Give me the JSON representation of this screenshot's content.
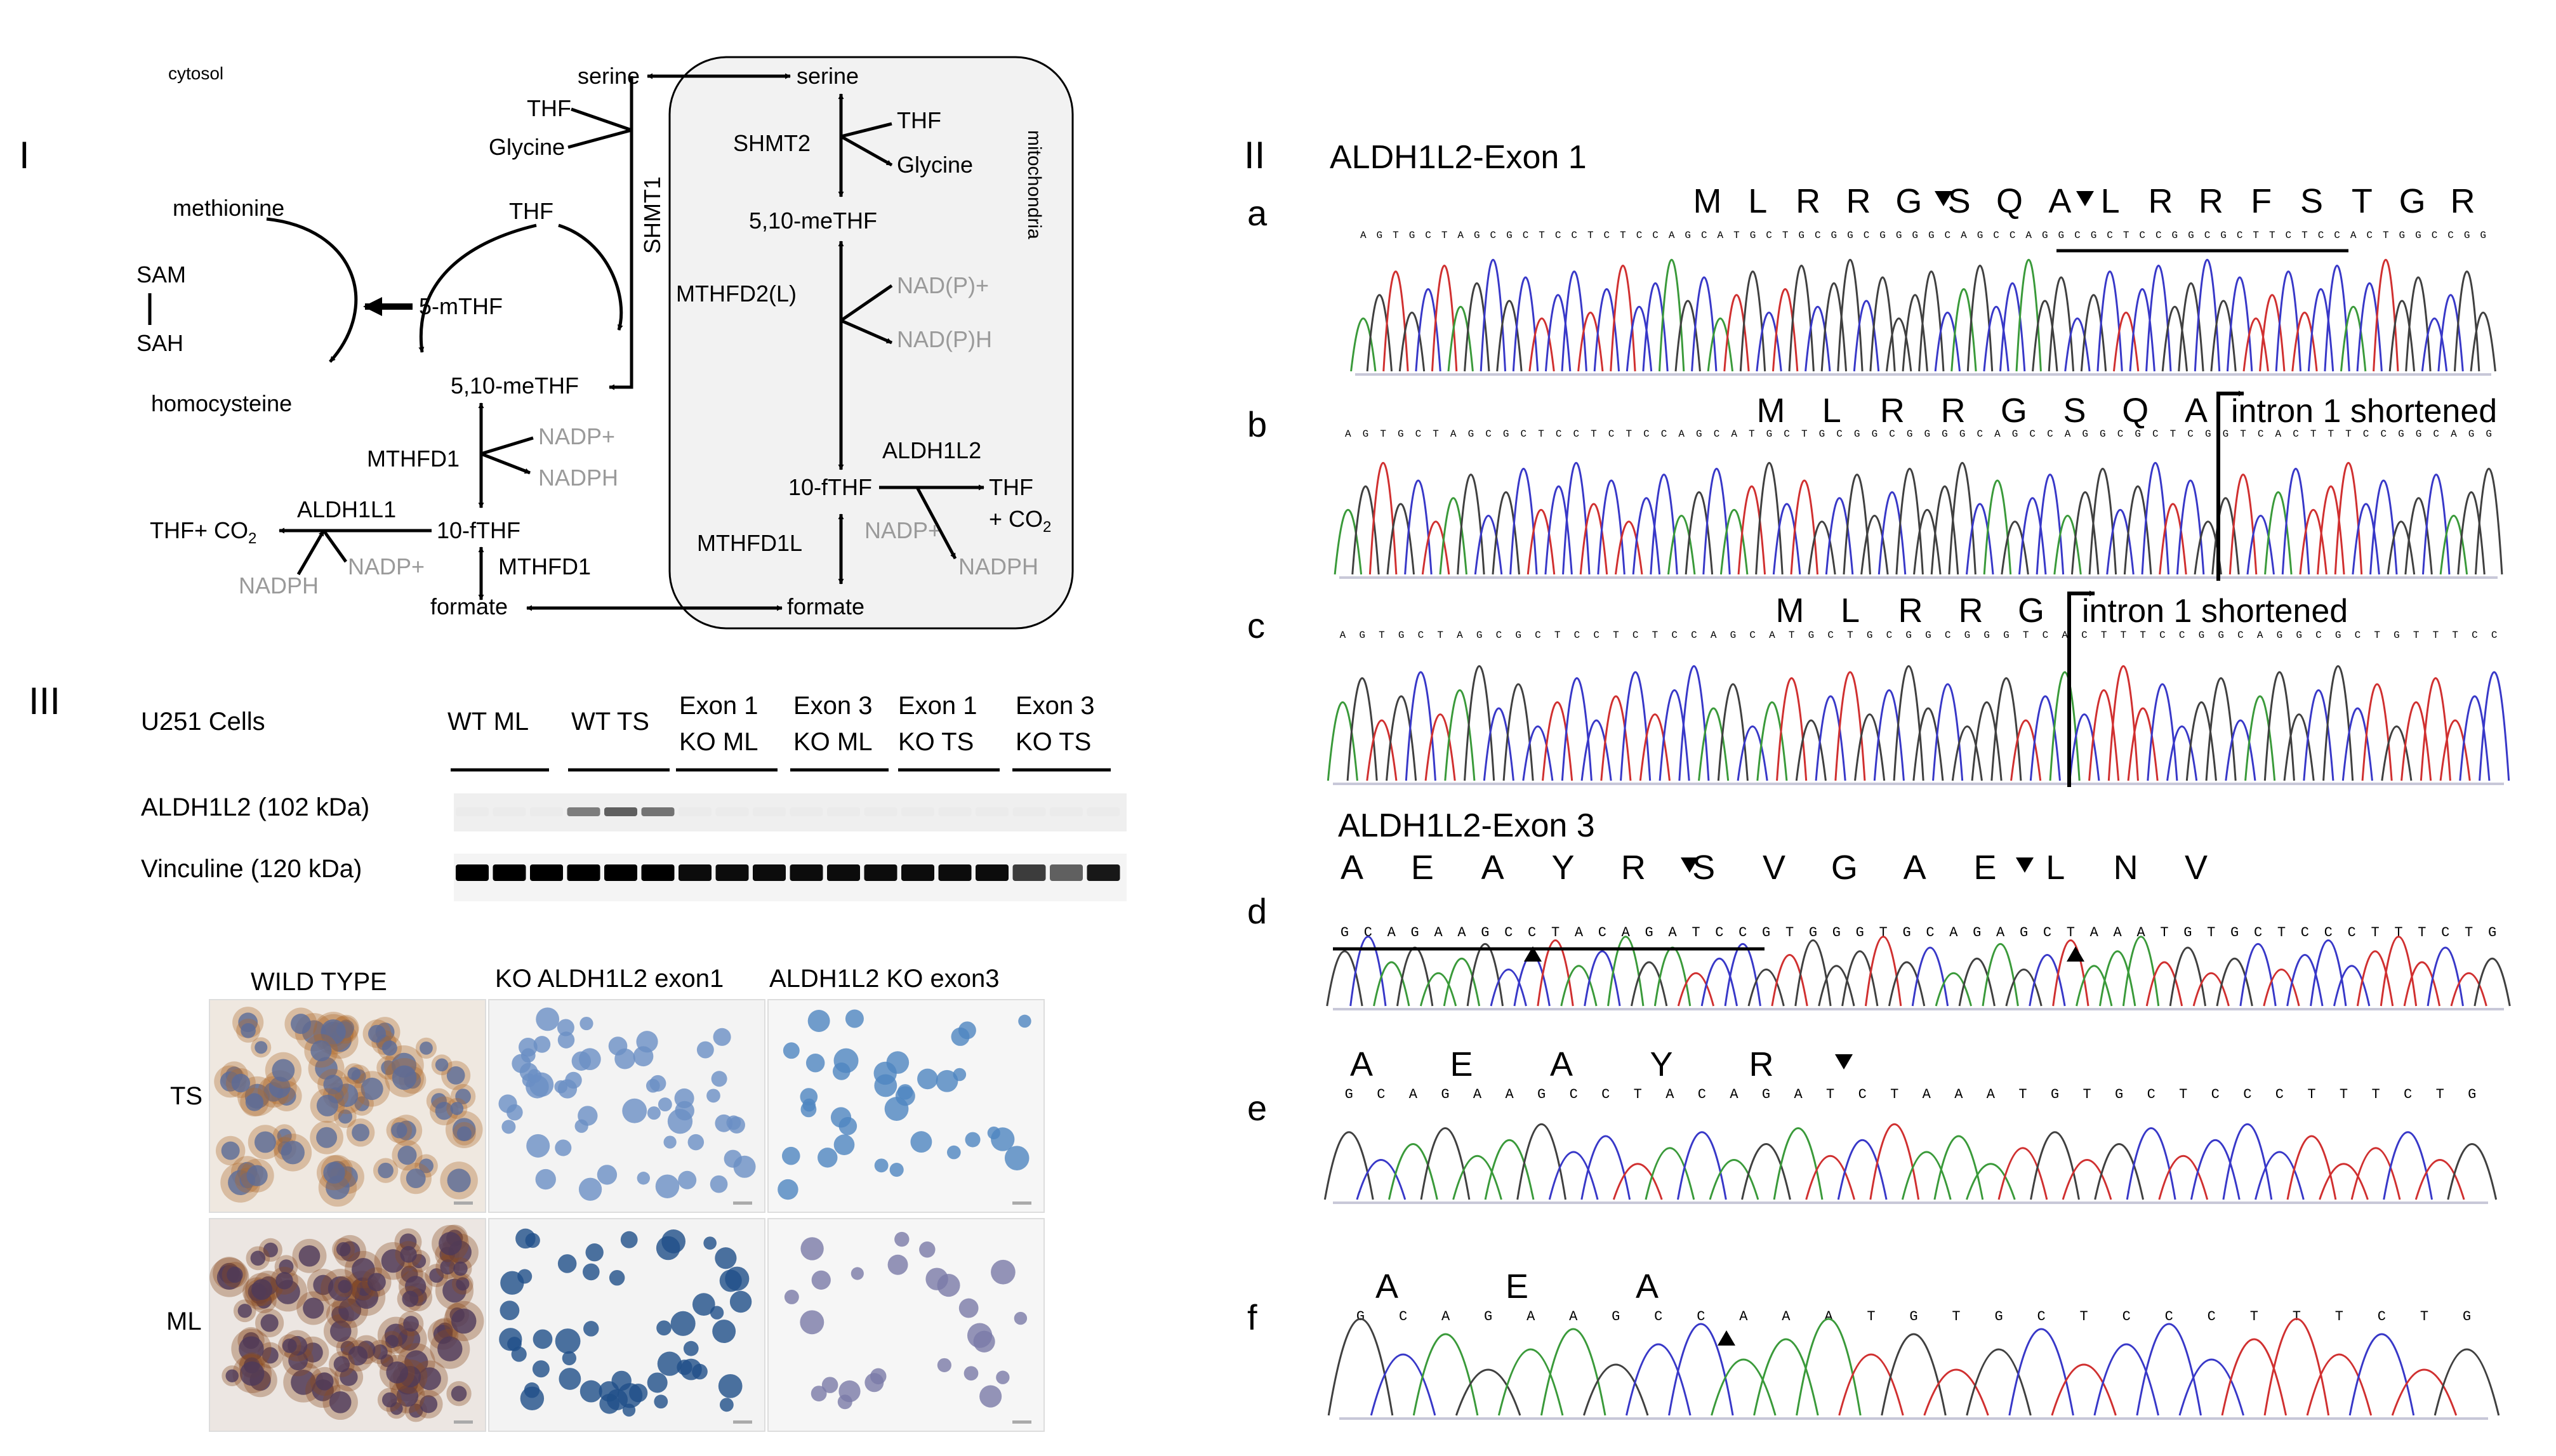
{
  "panel_I": {
    "label": "I",
    "cytosol_label": "cytosol",
    "mito_label": "mitochondria",
    "cyto": {
      "serine": "serine",
      "thf": "THF",
      "glycine": "Glycine",
      "shmt1": "SHMT1",
      "methionine": "methionine",
      "sam": "SAM",
      "sah": "SAH",
      "homocysteine": "homocysteine",
      "thf_cycle": "THF",
      "mthf5": "5-mTHF",
      "methf": "5,10-meTHF",
      "mthfd1_a": "MTHFD1",
      "nadp_plus": "NADP+",
      "nadph": "NADPH",
      "aldh1l1": "ALDH1L1",
      "thf_co2": "THF+ CO",
      "sub2": "2",
      "fthf": "10-fTHF",
      "nadph2": "NADPH",
      "nadp_plus2": "NADP+",
      "mthfd1_b": "MTHFD1",
      "formate": "formate"
    },
    "mito": {
      "serine": "serine",
      "shmt2": "SHMT2",
      "thf": "THF",
      "glycine": "Glycine",
      "methf": "5,10-meTHF",
      "mthfd2l": "MTHFD2(L)",
      "nadp_plus": "NAD(P)+",
      "nadph": "NAD(P)H",
      "aldh1l2": "ALDH1L2",
      "fthf": "10-fTHF",
      "co2": "+ CO",
      "sub2": "2",
      "nadp_plus2": "NADP+",
      "nadph2": "NADPH",
      "mthfd1l": "MTHFD1L",
      "formate": "formate",
      "thf_out": "THF"
    }
  },
  "panel_III": {
    "label": "III",
    "cells": "U251 Cells",
    "lanes": [
      "WT ML",
      "WT TS",
      "Exon 1\nKO ML",
      "Exon 3\nKO ML",
      "Exon 1\nKO TS",
      "Exon 3\nKO TS"
    ],
    "lane_l1": [
      "WT ML",
      "WT TS",
      "Exon 1",
      "Exon 3",
      "Exon 1",
      "Exon 3"
    ],
    "lane_l2": [
      "",
      "",
      "KO ML",
      "KO ML",
      "KO TS",
      "KO TS"
    ],
    "blot1": "ALDH1L2 (102 kDa)",
    "blot2": "Vinculine (120 kDa)",
    "ihc_cols": [
      "WILD TYPE",
      "KO ALDH1L2 exon1",
      "ALDH1L2 KO exon3"
    ],
    "ihc_rows": [
      "TS",
      "ML"
    ]
  },
  "panel_II": {
    "label": "II",
    "exon1_title": "ALDH1L2-Exon 1",
    "exon3_title": "ALDH1L2-Exon 3",
    "tracks": [
      {
        "label": "a",
        "aa": [
          "M",
          "L",
          "R",
          "R",
          "G",
          "S",
          "Q",
          "A",
          "L",
          "R",
          "R",
          "F",
          "S",
          "T",
          "G",
          "R"
        ],
        "seq": "AGTGCTAGCGCTCCTCTCCAGCATGCTGCGGCGGGGCAGCCAGGCGCTCCGGCGCTTCTCCACTGGCCGG"
      },
      {
        "label": "b",
        "aa": [
          "M",
          "L",
          "R",
          "R",
          "G",
          "S",
          "Q",
          "A"
        ],
        "seq": "AGTGCTAGCGCTCCTCTCCAGCATGCTGCGGCGGGGCAGCCAGGCGCTCGGTCACTTTCCGGCAGG",
        "note": "intron 1 shortened"
      },
      {
        "label": "c",
        "aa": [
          "M",
          "L",
          "R",
          "R",
          "G"
        ],
        "seq": "AGTGCTAGCGCTCCTCTCCAGCATGCTGCGGCGGGTCACTTTCCGGCAGGCGCTGTTTCC",
        "note": "intron 1 shortened"
      },
      {
        "label": "d",
        "aa": [
          "A",
          "E",
          "A",
          "Y",
          "R",
          "S",
          "V",
          "G",
          "A",
          "E",
          "L",
          "N",
          "V"
        ],
        "seq": "GCAGAAGCCTACAGATCCGTGGGTGCAGAGCTAAATGTGCTCCCTTTCTG"
      },
      {
        "label": "e",
        "aa": [
          "A",
          "E",
          "A",
          "Y",
          "R"
        ],
        "seq": "GCAGAAGCCTACAGATCTAAATGTGCTCCCTTTCTG"
      },
      {
        "label": "f",
        "aa": [
          "A",
          "E",
          "A"
        ],
        "seq": "GCAGAAGCCAAATGTGCTCCCTTTCTG"
      }
    ]
  },
  "colors": {
    "A": "#3a9a3a",
    "C": "#3838c8",
    "G": "#404040",
    "T": "#d03030",
    "gray_text": "#9a9a9a",
    "mito_fill": "#f2f2f2"
  }
}
